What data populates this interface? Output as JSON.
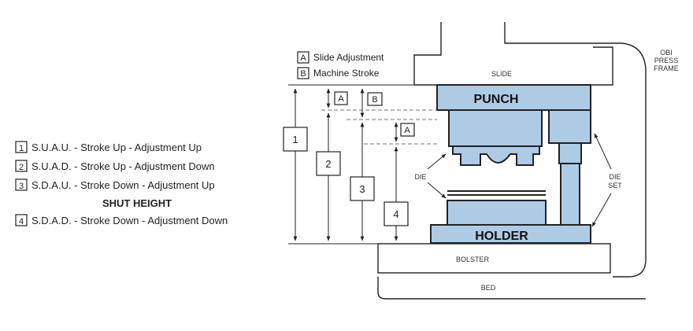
{
  "colors": {
    "part_fill": "#aecbe6",
    "line": "#222222",
    "dashed": "#777777",
    "background": "#ffffff"
  },
  "labels": {
    "a_box": "A",
    "a_text": "Slide Adjustment",
    "b_box": "B",
    "b_text": "Machine Stroke",
    "slide": "SLIDE",
    "obi_line1": "OBI",
    "obi_line2": "PRESS",
    "obi_line3": "FRAME",
    "punch": "PUNCH",
    "holder": "HOLDER",
    "die": "DIE",
    "die_set_line1": "DIE",
    "die_set_line2": "SET",
    "bolster": "BOLSTER",
    "bed": "BED"
  },
  "legend": [
    {
      "num": "1",
      "text": "S.U.A.U. - Stroke Up - Adjustment Up"
    },
    {
      "num": "2",
      "text": "S.U.A.D. - Stroke Up - Adjustment Down"
    },
    {
      "num": "3",
      "text": "S.D.A.U. - Stroke Down - Adjustment Up"
    },
    {
      "num": "4",
      "text": "S.D.A.D. - Stroke Down - Adjustment Down"
    }
  ],
  "shut_height_heading": "SHUT HEIGHT",
  "dimension_markers": {
    "one": "1",
    "two": "2",
    "three": "3",
    "four": "4",
    "a_upper": "A",
    "b_mark": "B",
    "a_lower": "A"
  }
}
